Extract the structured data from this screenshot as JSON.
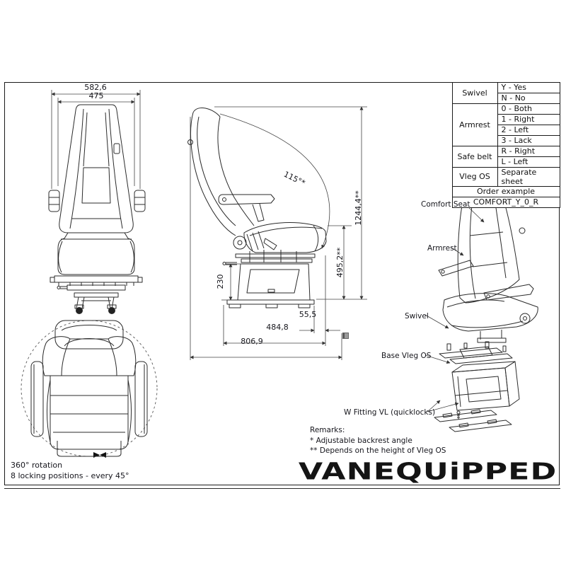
{
  "colors": {
    "ink": "#1a1a1a",
    "background": "#ffffff"
  },
  "option_table": {
    "groups": [
      {
        "label": "Swivel",
        "options": [
          "Y - Yes",
          "N - No"
        ]
      },
      {
        "label": "Armrest",
        "options": [
          "0 - Both",
          "1 - Right",
          "2 - Left",
          "3 - Lack"
        ]
      },
      {
        "label": "Safe belt",
        "options": [
          "R - Right",
          "L - Left"
        ]
      },
      {
        "label": "Vleg OS",
        "options": [
          "Separate sheet"
        ]
      }
    ],
    "order_example_label": "Order example",
    "order_example_value": "COMFORT_Y_0_R"
  },
  "dimensions": {
    "front_width_outer": "582,6",
    "front_width_inner": "475",
    "backrest_angle": "115°*",
    "overall_height": "1244,4**",
    "seat_height": "495,2**",
    "base_height": "230",
    "base_front_offset": "55,5",
    "base_depth": "484,8",
    "overall_depth": "806,9"
  },
  "part_labels": {
    "comfort_seat": "Comfort Seat",
    "armrest": "Armrest",
    "swivel": "Swivel",
    "base_vleg_os": "Base Vleg OS",
    "w_fitting": "W Fitting VL (quicklocks)"
  },
  "remarks": {
    "title": "Remarks:",
    "note_single_star": "* Adjustable backrest angle",
    "note_double_star": "** Depends on the height of Vleg OS"
  },
  "rotation_note": {
    "line1": "360°  rotation",
    "line2": "8 locking positions - every 45°"
  },
  "logo": {
    "brand": "VANEQUiPPED"
  }
}
